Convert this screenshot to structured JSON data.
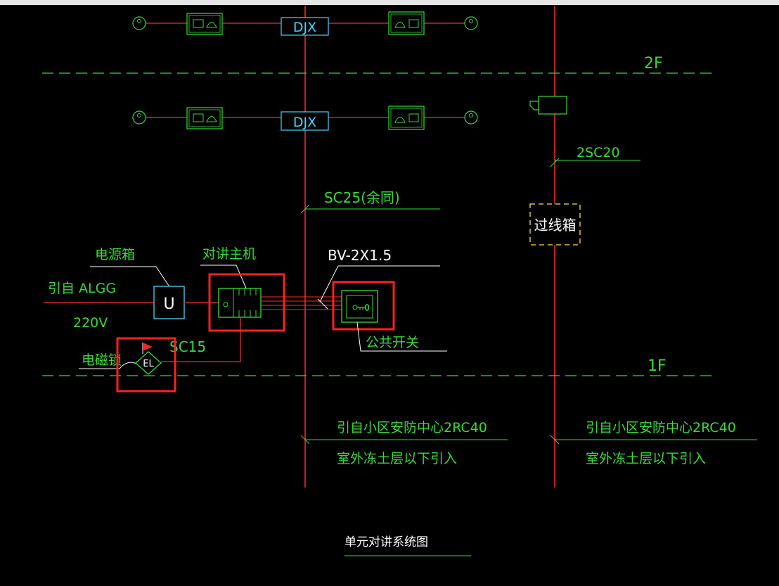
{
  "colors": {
    "background": "#000000",
    "red_line": "#ff2a2a",
    "green": "#33dd33",
    "cyan": "#40d8ff",
    "white": "#ffffff",
    "yellow": "#ffe040",
    "highlight": "#ff2020"
  },
  "floors": {
    "upper": "2F",
    "lower": "1F"
  },
  "device_labels": {
    "djx": "DJX",
    "power_box_symbol": "U",
    "lock_symbol": "EL"
  },
  "labels": {
    "sc25": "SC25(余同)",
    "sc20": "2SC20",
    "junction_box": "过线箱",
    "power_box": "电源箱",
    "main_unit": "对讲主机",
    "bv_cable": "BV-2X1.5",
    "source_line": "引自  ALGG",
    "voltage": "220V",
    "sc15": "SC15",
    "magnetic_lock": "电磁锁",
    "public_switch": "公共开关",
    "feed_left_1": "引自小区安防中心2RC40",
    "feed_left_2": "室外冻土层以下引入",
    "feed_right_1": "引自小区安防中心2RC40",
    "feed_right_2": "室外冻土层以下引入"
  },
  "title": "单元对讲系统图"
}
